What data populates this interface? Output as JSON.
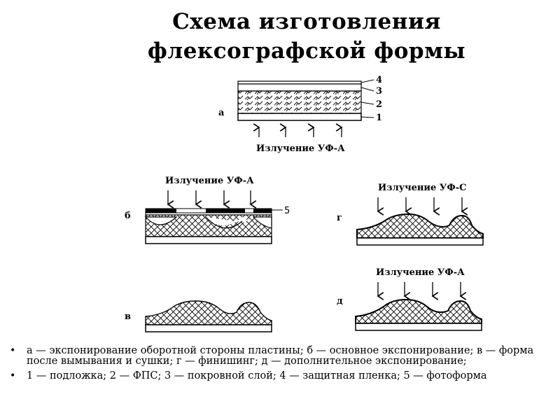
{
  "title": {
    "line1": "Схема изготовления",
    "line2": "флексографской формы"
  },
  "panels": {
    "a": {
      "label": "а",
      "caption": "Излучение УФ-А",
      "numbers": [
        "4",
        "3",
        "2",
        "1"
      ]
    },
    "b": {
      "label": "б",
      "caption": "Излучение УФ-А",
      "number": "5"
    },
    "v": {
      "label": "в"
    },
    "g": {
      "label": "г",
      "caption": "Излучение УФ-С"
    },
    "d": {
      "label": "д",
      "caption": "Излучение УФ-А"
    }
  },
  "notes": [
    "а — экспонирование оборотной стороны пластины; б — основное экспонирование; в — форма после вымывания и сушки; г — финишинг; д — дополнительное экспонирование;",
    "1 — подложка; 2 — ФПС; 3 — покровной слой; 4 — защитная пленка; 5 — фотоформа"
  ],
  "bullet": "•"
}
